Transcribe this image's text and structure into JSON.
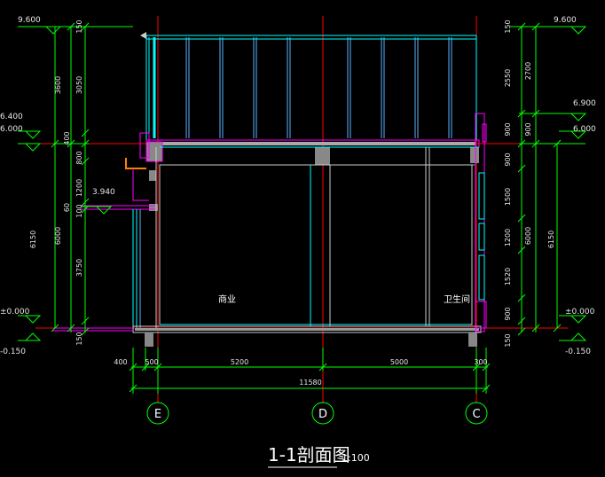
{
  "title": "1-1剖面图",
  "scale": "1:100",
  "rooms": {
    "commerce": "商业",
    "toilet": "卫生间"
  },
  "axes": [
    "E",
    "D",
    "C"
  ],
  "elevations": {
    "left_top": "9.600",
    "left_mid_a": "6.400",
    "left_mid_b": "6.000",
    "left_canopy": "3.940",
    "left_ground": "±0.000",
    "left_bottom": "-0.150",
    "right_top": "9.600",
    "right_mid_a": "6.900",
    "right_mid_b": "6.000",
    "right_ground": "±0.000",
    "right_bottom": "-0.150"
  },
  "dims": {
    "left_outer": [
      "3600",
      "6150"
    ],
    "left_inner": [
      "150",
      "3050",
      "400",
      "800",
      "1200",
      "60",
      "100",
      "3750",
      "150"
    ],
    "left_mid": [
      "6000"
    ],
    "right_inner": [
      "150",
      "2550",
      "900",
      "900",
      "1500",
      "1200",
      "1520",
      "900",
      "150"
    ],
    "right_mid": [
      "2700",
      "900",
      "6000"
    ],
    "right_outer": [
      "6150"
    ],
    "bottom_segments": [
      "400",
      "500",
      "5200",
      "5000",
      "300"
    ],
    "bottom_total": "11580"
  },
  "colors": {
    "dim_line": "#00ff00",
    "axis_line": "#ff0000",
    "wall": "#cccccc",
    "glass": "#00ffff",
    "magenta": "#ff00ff",
    "orange": "#ff8000"
  }
}
